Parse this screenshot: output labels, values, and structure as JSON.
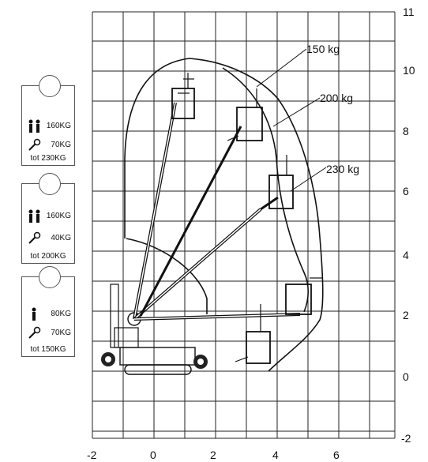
{
  "axes": {
    "x_ticks": [
      "-2",
      "0",
      "2",
      "4",
      "6"
    ],
    "y_ticks": [
      "11",
      "10",
      "8",
      "6",
      "4",
      "2",
      "0",
      "-2"
    ]
  },
  "curves": [
    {
      "label": "150 kg"
    },
    {
      "label": "200 kg"
    },
    {
      "label": "230 kg"
    }
  ],
  "cards": [
    {
      "persons": "160KG",
      "tools": "70KG",
      "total": "tot 230KG",
      "person_icon": "two-persons-icon",
      "tool_icon": "wrench-icon"
    },
    {
      "persons": "160KG",
      "tools": "40KG",
      "total": "tot 200KG",
      "person_icon": "two-persons-icon",
      "tool_icon": "wrench-icon"
    },
    {
      "persons": "80KG",
      "tools": "70KG",
      "total": "tot 150KG",
      "person_icon": "single-person-icon",
      "tool_icon": "wrench-icon"
    }
  ]
}
